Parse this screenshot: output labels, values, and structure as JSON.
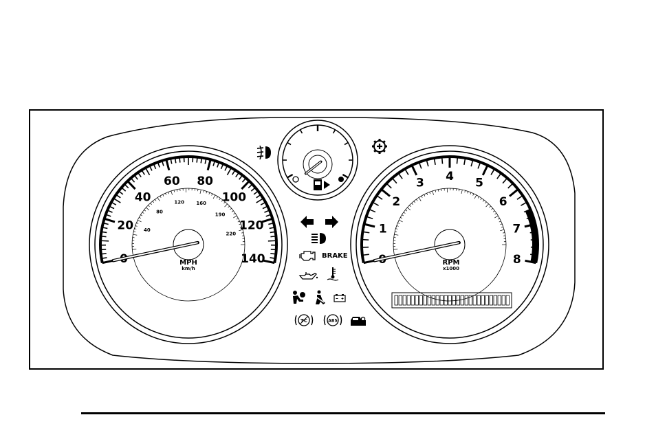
{
  "speedometer": {
    "mph_labels": [
      "0",
      "20",
      "40",
      "60",
      "80",
      "100",
      "120",
      "140"
    ],
    "kmh_labels": [
      "40",
      "80",
      "120",
      "160",
      "190",
      "220"
    ],
    "unit_primary": "MPH",
    "unit_secondary": "km/h",
    "needle_mph": 0
  },
  "tachometer": {
    "labels": [
      "0",
      "1",
      "2",
      "3",
      "4",
      "5",
      "6",
      "7",
      "8"
    ],
    "unit_primary": "RPM",
    "unit_secondary": "x1000",
    "needle_rpm": 0
  },
  "fuel_gauge": {
    "level": 0
  },
  "telltales": {
    "brake_label": "BRAKE",
    "abs_label": "ABS",
    "tc_label": "TC"
  },
  "colors": {
    "ink": "#000000",
    "paper": "#ffffff"
  }
}
